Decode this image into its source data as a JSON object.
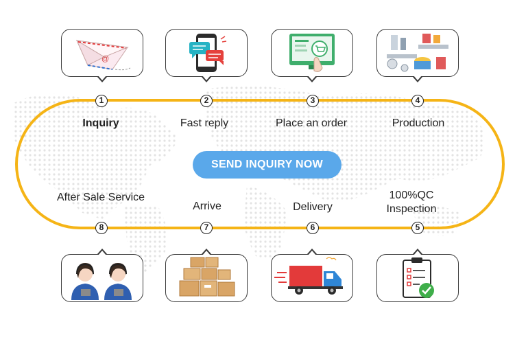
{
  "cta": {
    "label": "SEND INQUIRY NOW"
  },
  "colors": {
    "track": "#f5b416",
    "button": "#5aa8ea",
    "map": "#e3e3e3"
  },
  "steps": [
    {
      "number": "1",
      "label": "Inquiry",
      "icon": "envelope-icon"
    },
    {
      "number": "2",
      "label": "Fast reply",
      "icon": "smartphone-chat-icon"
    },
    {
      "number": "3",
      "label": "Place an order",
      "icon": "monitor-cart-icon"
    },
    {
      "number": "4",
      "label": "Production",
      "icon": "factory-line-icon"
    },
    {
      "number": "5",
      "label": "100%QC Inspection",
      "icon": "clipboard-check-icon"
    },
    {
      "number": "6",
      "label": "Delivery",
      "icon": "delivery-truck-icon"
    },
    {
      "number": "7",
      "label": "Arrive",
      "icon": "cardboard-boxes-icon"
    },
    {
      "number": "8",
      "label": "After Sale Service",
      "icon": "support-agents-icon"
    }
  ]
}
